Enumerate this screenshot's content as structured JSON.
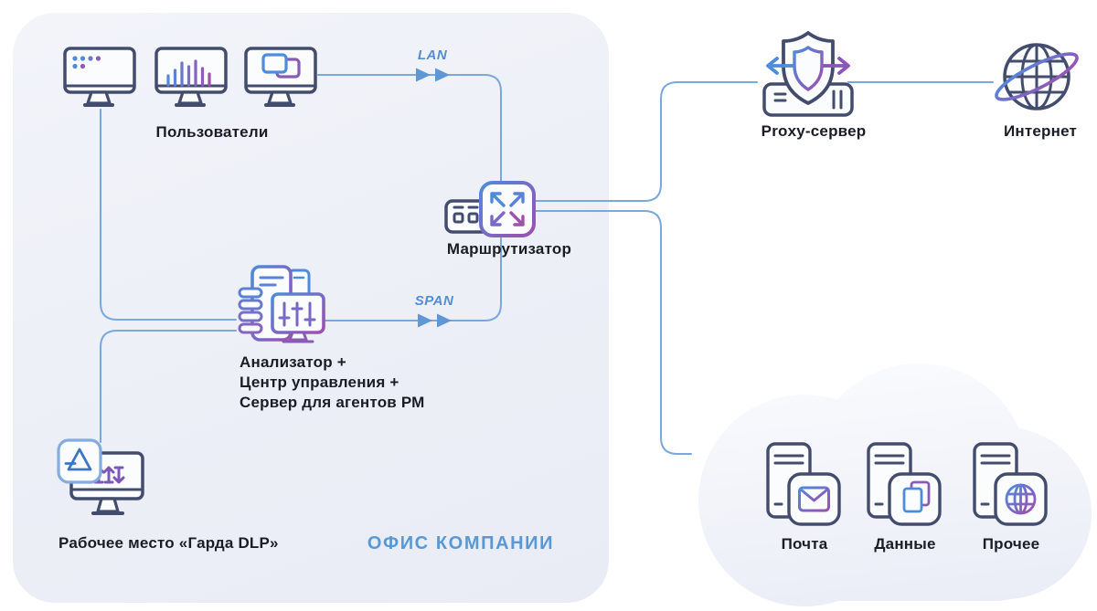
{
  "office": {
    "caption": "ОФИС КОМПАНИИ",
    "nodes": {
      "users": {
        "label": "Пользователи"
      },
      "router": {
        "label": "Маршрутизатор"
      },
      "analyzer": {
        "label_lines": [
          "Анализатор +",
          "Центр управления +",
          "Сервер для агентов РМ"
        ]
      },
      "workstation": {
        "label": "Рабочее место «Гарда DLP»"
      }
    },
    "links": {
      "lan": "LAN",
      "span": "SPAN"
    }
  },
  "external": {
    "proxy": {
      "label": "Proxy-сервер"
    },
    "internet": {
      "label": "Интернет"
    },
    "cloud": {
      "items": [
        {
          "label": "Почта",
          "icon": "mail-server-icon"
        },
        {
          "label": "Данные",
          "icon": "data-server-icon"
        },
        {
          "label": "Прочее",
          "icon": "other-server-icon"
        }
      ]
    }
  },
  "colors": {
    "connector_blue": "#7AA7DC",
    "link_label_blue": "#548ED0",
    "caption_blue": "#5898D4",
    "icon_navy": "#434C6D",
    "gradient_blue": "#4E8CDB",
    "gradient_purple": "#9C51AC",
    "ink": "#1A1C26",
    "office_bg": "#EDEFF7",
    "cloud_bg": "#EFF1F8"
  }
}
